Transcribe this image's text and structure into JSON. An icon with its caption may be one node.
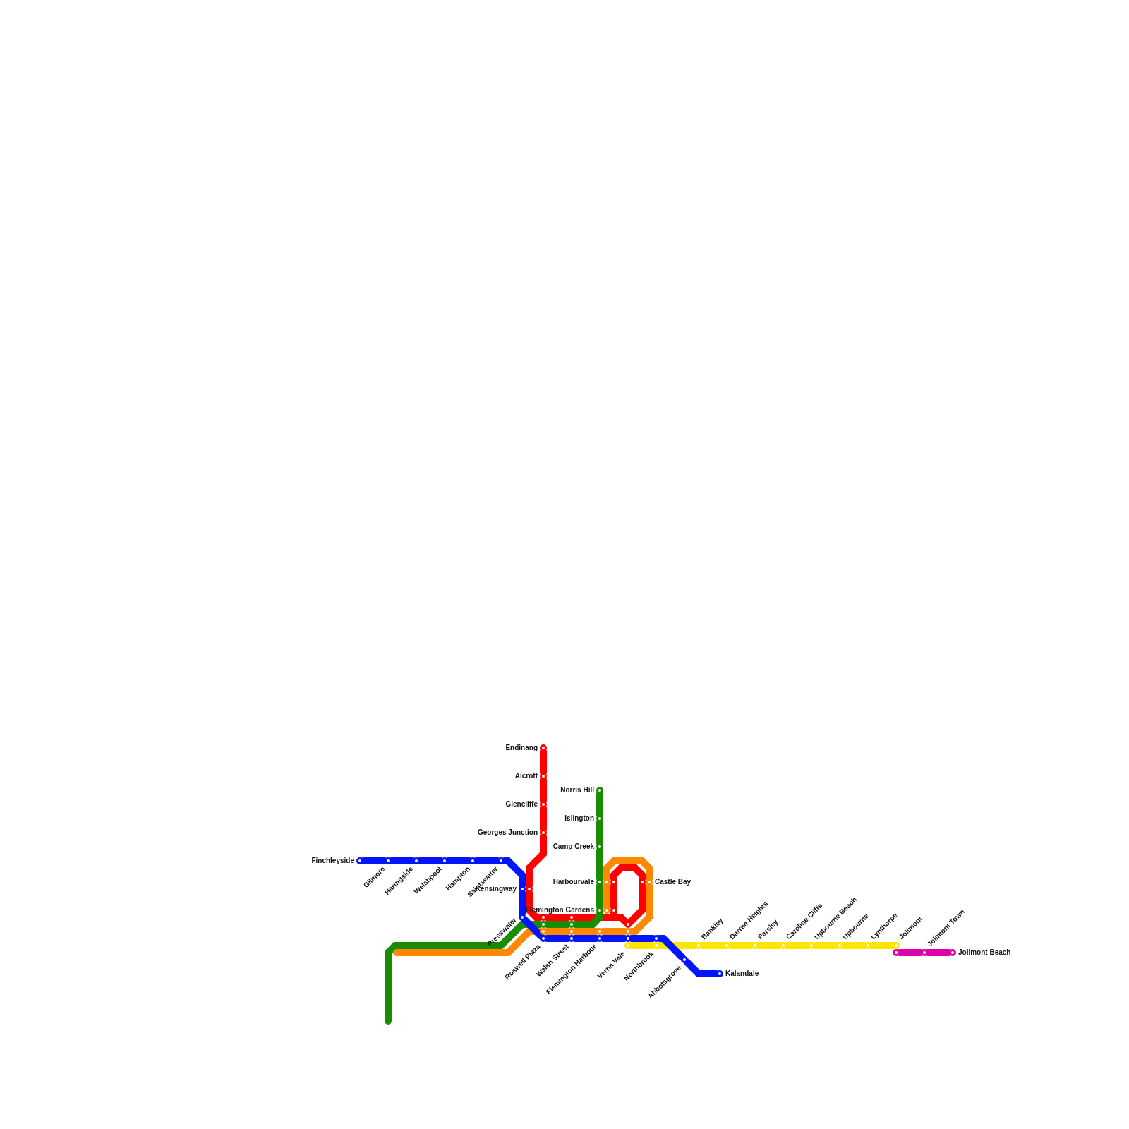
{
  "diagram": {
    "nodes": [
      {
        "text": [],
        "shape": "circle",
        "beside": [
          "Endinang"
        ]
      },
      {
        "text": [],
        "shape": "circle",
        "beside": [
          "Alcroft"
        ]
      },
      {
        "text": [],
        "shape": "circle",
        "beside": [
          "Glencliffe"
        ]
      },
      {
        "text": [],
        "shape": "circle",
        "beside": [
          "Georges Junction"
        ]
      },
      {
        "text": [],
        "shape": "circle",
        "beside": [
          "Norris Hill"
        ]
      },
      {
        "text": [],
        "shape": "circle",
        "beside": [
          "Islington"
        ]
      },
      {
        "text": [],
        "shape": "circle",
        "beside": [
          "Camp Creek"
        ]
      },
      {
        "text": [],
        "shape": "circle",
        "beside": [
          "Finchleyside"
        ]
      },
      {
        "text": [],
        "shape": "circle",
        "beside": [
          "Gilmore"
        ]
      },
      {
        "text": [],
        "shape": "circle",
        "beside": [
          "Haringside"
        ]
      },
      {
        "text": [],
        "shape": "circle",
        "beside": [
          "Welshpool"
        ]
      },
      {
        "text": [],
        "shape": "circle",
        "beside": [
          "Hampton"
        ]
      },
      {
        "text": [],
        "shape": "circle",
        "beside": [
          "Saintswater"
        ]
      },
      {
        "text": [],
        "shape": "circle",
        "beside": [
          "Harbourvale"
        ]
      },
      {
        "text": [],
        "shape": "circle"
      },
      {
        "text": [],
        "shape": "circle"
      },
      {
        "text": [],
        "shape": "circle"
      },
      {
        "text": [],
        "shape": "circle",
        "beside": [
          "Castle Bay"
        ]
      },
      {
        "text": [],
        "shape": "circle",
        "beside": [
          "Kensingway"
        ]
      },
      {
        "text": [],
        "shape": "circle"
      },
      {
        "text": [],
        "shape": "circle",
        "beside": [
          "Flemington Gardens"
        ]
      },
      {
        "text": [],
        "shape": "circle"
      },
      {
        "text": [],
        "shape": "circle"
      },
      {
        "text": [],
        "shape": "circle",
        "beside": [
          "Presswater"
        ]
      },
      {
        "text": [],
        "shape": "circle"
      },
      {
        "text": [],
        "shape": "circle"
      },
      {
        "text": [],
        "shape": "circle"
      },
      {
        "text": [],
        "shape": "circle"
      },
      {
        "text": [],
        "shape": "circle"
      },
      {
        "text": [],
        "shape": "circle"
      },
      {
        "text": [],
        "shape": "circle"
      },
      {
        "text": [],
        "shape": "circle"
      },
      {
        "text": [],
        "shape": "circle"
      },
      {
        "text": [],
        "shape": "circle",
        "beside": [
          "Roswell Plaza"
        ]
      },
      {
        "text": [],
        "shape": "circle",
        "beside": [
          "Walsh Street"
        ]
      },
      {
        "text": [],
        "shape": "circle",
        "beside": [
          "Flemington Harbour"
        ]
      },
      {
        "text": [],
        "shape": "circle"
      },
      {
        "text": [],
        "shape": "circle"
      },
      {
        "text": [],
        "shape": "circle",
        "beside": [
          "Verna Vale"
        ]
      },
      {
        "text": [],
        "shape": "circle",
        "beside": [
          "Northbrook"
        ]
      },
      {
        "text": [],
        "shape": "circle",
        "beside": [
          "Bankley"
        ]
      },
      {
        "text": [],
        "shape": "circle",
        "beside": [
          "Darren Heights"
        ]
      },
      {
        "text": [],
        "shape": "circle",
        "beside": [
          "Parsley"
        ]
      },
      {
        "text": [],
        "shape": "circle",
        "beside": [
          "Caroline Cliffs"
        ]
      },
      {
        "text": [],
        "shape": "circle",
        "beside": [
          "Upbourne Beach"
        ]
      },
      {
        "text": [],
        "shape": "circle",
        "beside": [
          "Upbourne"
        ]
      },
      {
        "text": [],
        "shape": "circle",
        "beside": [
          "Lynthorpe"
        ]
      },
      {
        "text": [],
        "shape": "circle",
        "beside": [
          "Jolimont"
        ]
      },
      {
        "text": [],
        "shape": "circle"
      },
      {
        "text": [],
        "shape": "circle",
        "beside": [
          "Jolimont Town"
        ]
      },
      {
        "text": [],
        "shape": "circle",
        "beside": [
          "Jolimont Beach"
        ]
      },
      {
        "text": [],
        "shape": "circle",
        "beside": [
          "Abbotsgrove"
        ]
      },
      {
        "text": [],
        "shape": "circle",
        "beside": [
          "Kalandale"
        ]
      }
    ],
    "edges": [
      {
        "from": 0,
        "to": 1,
        "arrow": "none",
        "color": "#ff0000"
      },
      {
        "from": 1,
        "to": 2,
        "arrow": "none",
        "color": "#ff0000"
      },
      {
        "from": 2,
        "to": 3,
        "arrow": "none",
        "color": "#ff0000"
      },
      {
        "from": 3,
        "to": 19,
        "arrow": "none",
        "color": "#ff0000"
      },
      {
        "from": 19,
        "to": 24,
        "arrow": "none",
        "color": "#ff0000"
      },
      {
        "from": 24,
        "to": 25,
        "arrow": "none",
        "color": "#ff0000"
      },
      {
        "from": 25,
        "to": 22,
        "arrow": "none",
        "color": "#ff0000"
      },
      {
        "from": 22,
        "to": 15,
        "arrow": "none",
        "color": "#ff0000"
      },
      {
        "from": 15,
        "to": 16,
        "arrow": "none",
        "color": "#ff0000"
      },
      {
        "from": 16,
        "to": 28,
        "arrow": "none",
        "color": "#ff0000"
      },
      {
        "from": 28,
        "to": 22,
        "arrow": "none",
        "color": "#ff0000"
      },
      {
        "from": 4,
        "to": 5,
        "arrow": "none",
        "color": "#1a8c00"
      },
      {
        "from": 5,
        "to": 6,
        "arrow": "none",
        "color": "#1a8c00"
      },
      {
        "from": 6,
        "to": 13,
        "arrow": "none",
        "color": "#1a8c00"
      },
      {
        "from": 13,
        "to": 20,
        "arrow": "none",
        "color": "#1a8c00"
      },
      {
        "from": 20,
        "to": 27,
        "arrow": "none",
        "color": "#1a8c00"
      },
      {
        "from": 27,
        "to": 26,
        "arrow": "none",
        "color": "#1a8c00"
      },
      {
        "from": 26,
        "to": null,
        "arrow": "none",
        "color": "#1a8c00"
      },
      {
        "from": 29,
        "to": null,
        "arrow": "none",
        "color": "#ff8800"
      },
      {
        "from": 29,
        "to": 30,
        "arrow": "none",
        "color": "#ff8800"
      },
      {
        "from": 30,
        "to": 31,
        "arrow": "none",
        "color": "#ff8800"
      },
      {
        "from": 31,
        "to": 32,
        "arrow": "none",
        "color": "#ff8800"
      },
      {
        "from": 32,
        "to": 17,
        "arrow": "none",
        "color": "#ff8800"
      },
      {
        "from": 17,
        "to": 14,
        "arrow": "none",
        "color": "#ff8800"
      },
      {
        "from": 14,
        "to": 21,
        "arrow": "none",
        "color": "#ff8800"
      },
      {
        "from": 38,
        "to": 39,
        "arrow": "none",
        "color": "#ffe600"
      },
      {
        "from": 39,
        "to": 40,
        "arrow": "none",
        "color": "#ffe600"
      },
      {
        "from": 40,
        "to": 41,
        "arrow": "none",
        "color": "#ffe600"
      },
      {
        "from": 41,
        "to": 42,
        "arrow": "none",
        "color": "#ffe600"
      },
      {
        "from": 42,
        "to": 43,
        "arrow": "none",
        "color": "#ffe600"
      },
      {
        "from": 43,
        "to": 44,
        "arrow": "none",
        "color": "#ffe600"
      },
      {
        "from": 44,
        "to": 45,
        "arrow": "none",
        "color": "#ffe600"
      },
      {
        "from": 45,
        "to": 46,
        "arrow": "none",
        "color": "#ffe600"
      },
      {
        "from": 46,
        "to": 47,
        "arrow": "none",
        "color": "#ffe600"
      },
      {
        "from": 48,
        "to": 49,
        "arrow": "none",
        "color": "#dc00a8"
      },
      {
        "from": 49,
        "to": 50,
        "arrow": "none",
        "color": "#dc00a8"
      },
      {
        "from": 7,
        "to": 8,
        "arrow": "none",
        "color": "#0014ff"
      },
      {
        "from": 8,
        "to": 9,
        "arrow": "none",
        "color": "#0014ff"
      },
      {
        "from": 9,
        "to": 10,
        "arrow": "none",
        "color": "#0014ff"
      },
      {
        "from": 10,
        "to": 11,
        "arrow": "none",
        "color": "#0014ff"
      },
      {
        "from": 11,
        "to": 12,
        "arrow": "none",
        "color": "#0014ff"
      },
      {
        "from": 12,
        "to": 18,
        "arrow": "none",
        "color": "#0014ff"
      },
      {
        "from": 18,
        "to": 23,
        "arrow": "none",
        "color": "#0014ff"
      },
      {
        "from": 23,
        "to": 33,
        "arrow": "none",
        "color": "#0014ff"
      },
      {
        "from": 33,
        "to": 34,
        "arrow": "none",
        "color": "#0014ff"
      },
      {
        "from": 34,
        "to": 35,
        "arrow": "none",
        "color": "#0014ff"
      },
      {
        "from": 35,
        "to": 36,
        "arrow": "none",
        "color": "#0014ff"
      },
      {
        "from": 36,
        "to": 37,
        "arrow": "none",
        "color": "#0014ff"
      },
      {
        "from": 37,
        "to": 51,
        "arrow": "none",
        "color": "#0014ff"
      },
      {
        "from": 51,
        "to": 52,
        "arrow": "none",
        "color": "#0014ff"
      }
    ]
  }
}
